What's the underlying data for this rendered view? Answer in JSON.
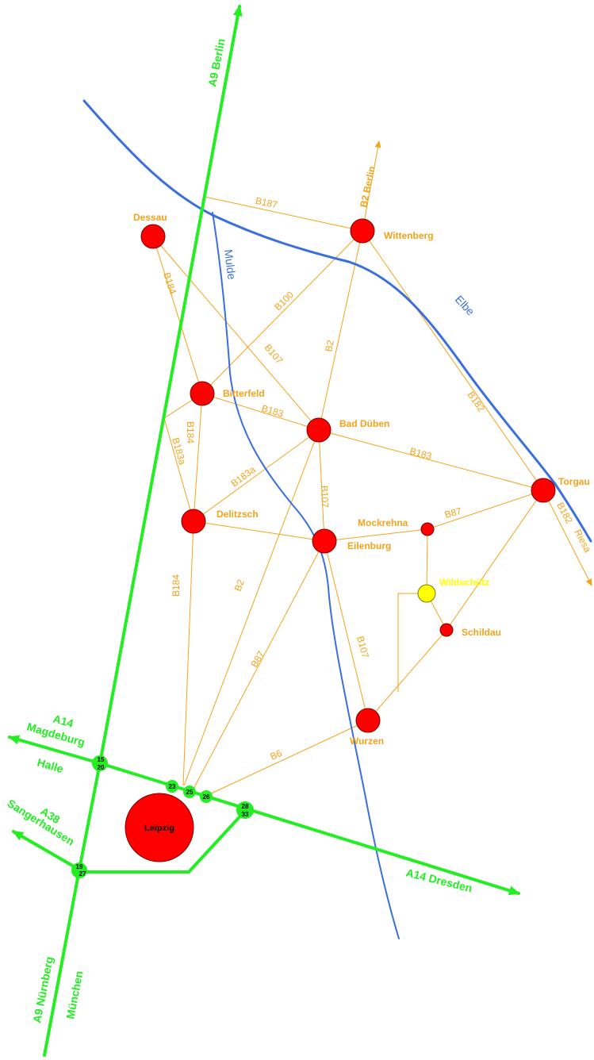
{
  "colors": {
    "road": "#f5a31a",
    "river": "#3a6fe0",
    "motorway": "#22ee22",
    "city": "#ff0000",
    "highlight_city": "#ffff00"
  },
  "motorways": {
    "a9_north": "A9 Berlin",
    "a9_south_1": "A9 Nürnberg",
    "a9_south_2": "München",
    "a14_west_1": "A14",
    "a14_west_2": "Magdeburg",
    "a14_west_3": "Halle",
    "a38_1": "A38",
    "a38_2": "Sangerhausen",
    "a14_east": "A14 Dresden"
  },
  "exits": {
    "e1520_a": "15",
    "e1520_b": "20",
    "e23": "23",
    "e25": "25",
    "e26": "26",
    "e2833_a": "28",
    "e2833_b": "33",
    "e1927_a": "19",
    "e1927_b": "27"
  },
  "rivers": {
    "mulde": "Mulde",
    "elbe": "Elbe"
  },
  "roads": {
    "b187": "B187",
    "b2_berlin": "B2 Berlin",
    "b100": "B100",
    "b2_n": "B2",
    "b184_n": "B184",
    "b107_n": "B107",
    "b182_n": "B182",
    "b183_w": "B183",
    "b183_e": "B183",
    "b184_m": "B184",
    "b183a_w": "B183a",
    "b183a_e": "B183a",
    "b107_m": "B107",
    "b87_e": "B87",
    "b182_s": "B182",
    "riesa": "Riesa",
    "b184_s": "B184",
    "b2_s": "B2",
    "b107_s": "B107",
    "b87_s": "B87",
    "b6": "B6"
  },
  "cities": {
    "dessau": "Dessau",
    "wittenberg": "Wittenberg",
    "bitterfeld": "Bitterfeld",
    "bad_dueben": "Bad Düben",
    "torgau": "Torgau",
    "delitzsch": "Delitzsch",
    "mockrehna": "Mockrehna",
    "eilenburg": "Eilenburg",
    "wildschuetz": "Wildschütz",
    "schildau": "Schildau",
    "wurzen": "Wurzen",
    "leipzig": "Leipzig"
  }
}
